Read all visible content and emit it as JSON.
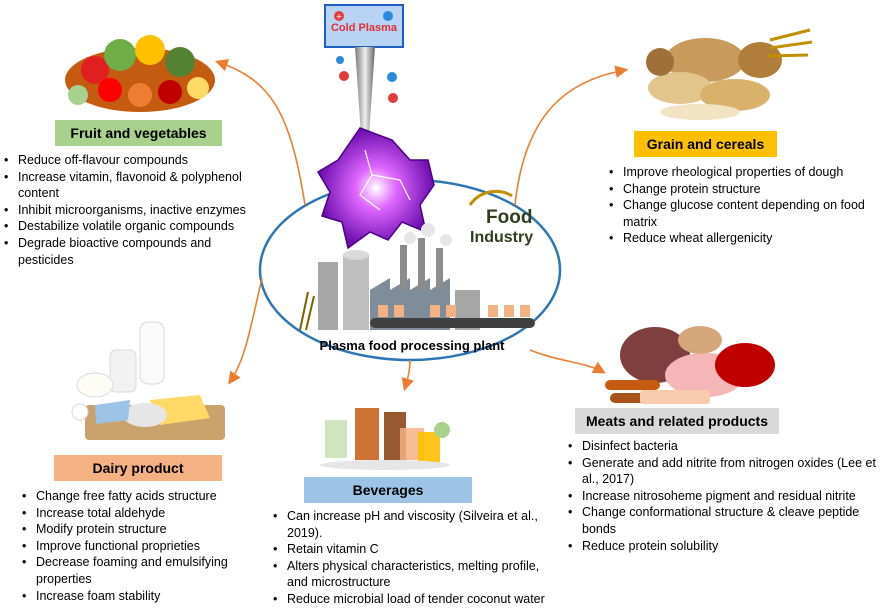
{
  "center": {
    "plasma_label": "Cold Plasma",
    "food_industry_line1": "Food",
    "food_industry_line2": "Industry",
    "plant_label": "Plasma food processing plant"
  },
  "sectors": {
    "fruit": {
      "label": "Fruit and vegetables",
      "color": "#a9d18e",
      "items": [
        "Reduce off-flavour compounds",
        "Increase vitamin, flavonoid & polyphenol content",
        "Inhibit microorganisms, inactive enzymes",
        "Destabilize volatile organic compounds",
        "Degrade bioactive compounds and pesticides"
      ]
    },
    "grain": {
      "label": "Grain and cereals",
      "color": "#ffc000",
      "items": [
        "Improve rheological properties of dough",
        "Change protein structure",
        "Change glucose content depending on food matrix",
        "Reduce wheat allergenicity"
      ]
    },
    "dairy": {
      "label": "Dairy product",
      "color": "#f4b183",
      "items": [
        "Change free fatty acids structure",
        "Increase total aldehyde",
        "Modify protein structure",
        "Improve functional proprieties",
        "Decrease foaming and emulsifying properties",
        "Increase foam stability"
      ]
    },
    "beverages": {
      "label": "Beverages",
      "color": "#9dc3e6",
      "items": [
        "Can increase pH and viscosity (Silveira et al., 2019).",
        "Retain vitamin C",
        "Alters physical characteristics, melting profile, and microstructure",
        "Reduce microbial load of tender coconut water"
      ]
    },
    "meats": {
      "label": "Meats and related products",
      "color": "#d9d9d9",
      "items": [
        "Disinfect bacteria",
        "Generate and add nitrite from nitrogen oxides (Lee et al., 2017)",
        "Increase nitrosoheme pigment and residual nitrite",
        "Change conformational structure & cleave peptide bonds",
        "Reduce protein solubility"
      ]
    }
  },
  "colors": {
    "arrow": "#ed7d31",
    "ellipse_border": "#2e75b6",
    "plasma_glow": "#cc33ff",
    "plasma_box": "#1f5fbf"
  }
}
